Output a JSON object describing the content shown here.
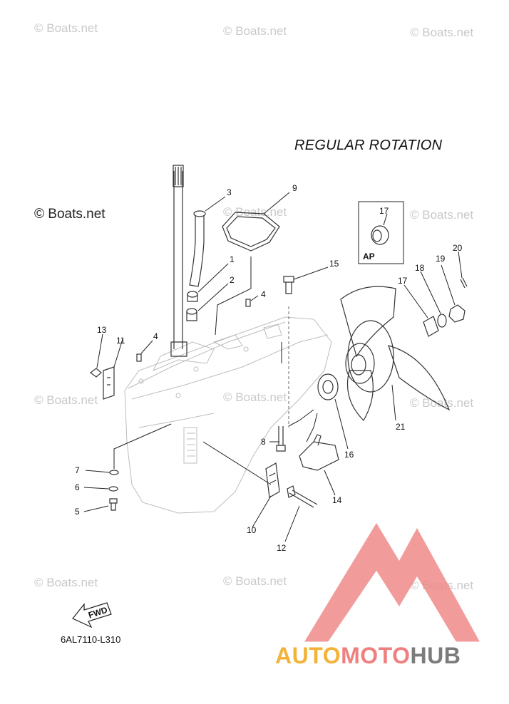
{
  "diagram": {
    "title": "REGULAR ROTATION",
    "drawing_code": "6AL7110-L310",
    "fwd_label": "FWD",
    "ap_label": "AP",
    "watermark": "© Boats.net",
    "brand": {
      "part1": "AUTO",
      "part2": "MOTO",
      "part3": "HUB"
    },
    "callouts": [
      "1",
      "2",
      "3",
      "4",
      "4",
      "5",
      "6",
      "7",
      "8",
      "9",
      "10",
      "11",
      "12",
      "13",
      "14",
      "15",
      "16",
      "17",
      "17",
      "18",
      "19",
      "20",
      "21"
    ]
  }
}
